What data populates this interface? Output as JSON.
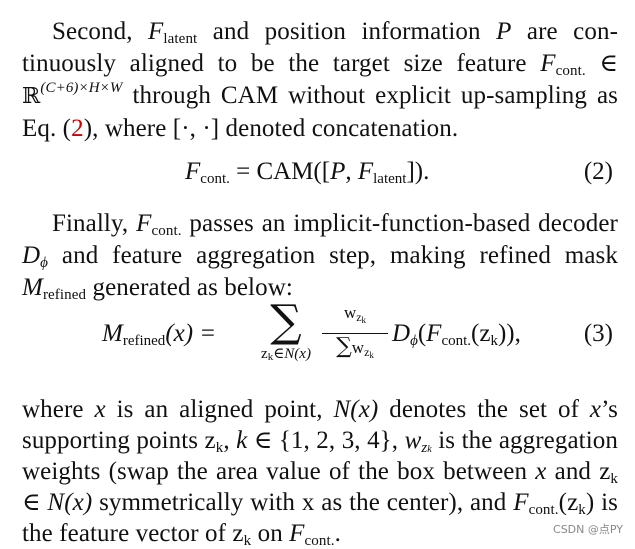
{
  "paragraph1": {
    "t1": "Second,",
    "F": "F",
    "latent": "latent",
    "t2": "and position information",
    "P": "P",
    "t3": "are con-",
    "t4": "tinuously aligned to be the target size feature",
    "cont": "cont.",
    "in": "∈",
    "R": "ℝ",
    "dims": "(C+6)×H×W",
    "t5": "through CAM without explicit up-sampling",
    "t6": "as Eq. (",
    "ref": "2",
    "t7": "), where [·, ·] denoted concatenation."
  },
  "equation1": {
    "F": "F",
    "cont": "cont.",
    "eqsign": " = CAM([",
    "P": "P",
    "comma": ", ",
    "F2": "F",
    "latent": "latent",
    "close": "]).",
    "number": "(2)"
  },
  "paragraph2": {
    "t1": "Finally,",
    "F": "F",
    "cont": "cont.",
    "t2": "passes an implicit-function-based decoder",
    "D": "D",
    "phi": "ϕ",
    "t3": "and feature aggregation step, making refined mask",
    "M": "M",
    "refined": "refined",
    "t4": "generated as below:"
  },
  "equation2": {
    "M": "M",
    "refined": "refined",
    "lhs_arg": "(x) =",
    "sum": "∑",
    "under": "z",
    "under_k": "k",
    "under_rest": "∈N(x)",
    "num_w": "w",
    "num_z": "z",
    "num_k": "k",
    "den_sum": "∑",
    "den_w": "w",
    "den_z": "z",
    "den_k": "k",
    "D": "D",
    "phi": "ϕ",
    "open": "(",
    "F": "F",
    "cont": "cont.",
    "arg": "(z",
    "arg_k": "k",
    "close": ")),",
    "number": "(3)"
  },
  "paragraph3": {
    "t1": "where",
    "x": "x",
    "t2": "is an aligned point,",
    "N": "N(x)",
    "t3": "denotes the set of",
    "x2": "x",
    "t4": "’s supporting points z",
    "k": "k",
    "t5": ",",
    "k2": "k",
    "t6": "∈ {1, 2, 3, 4},",
    "w": "w",
    "wz": "z",
    "wk": "k",
    "t7": "is the aggregation weights (swap the area value of the box between",
    "x3": "x",
    "t8": "and z",
    "k3": "k",
    "t9": "∈",
    "N2": "N(x)",
    "t10": "symmetrically with x as the center), and",
    "F": "F",
    "cont": "cont.",
    "t11": "(z",
    "k4": "k",
    "t12": ") is the feature vector of z",
    "k5": "k",
    "t13": "on",
    "F2": "F",
    "cont2": "cont.",
    "t14": "."
  },
  "watermark": "CSDN @点PY"
}
